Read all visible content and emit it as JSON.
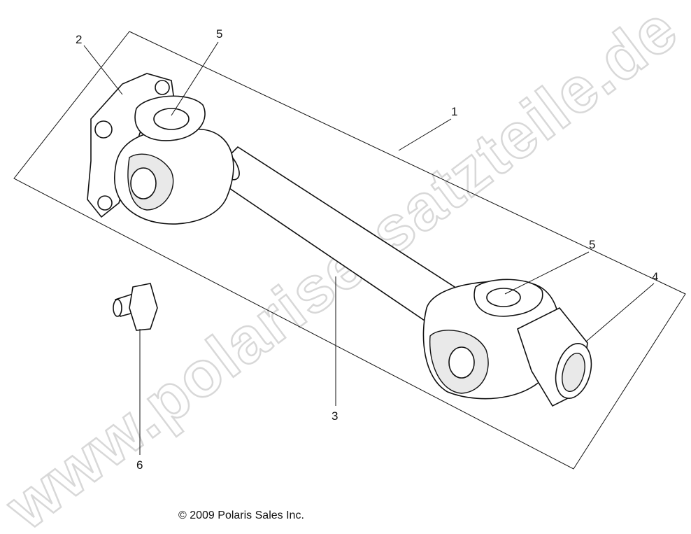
{
  "diagram": {
    "callouts": [
      "1",
      "2",
      "3",
      "4",
      "5",
      "5",
      "6"
    ],
    "copyright": "© 2009 Polaris Sales Inc.",
    "watermark": "www.polarisersatzteile.de"
  }
}
